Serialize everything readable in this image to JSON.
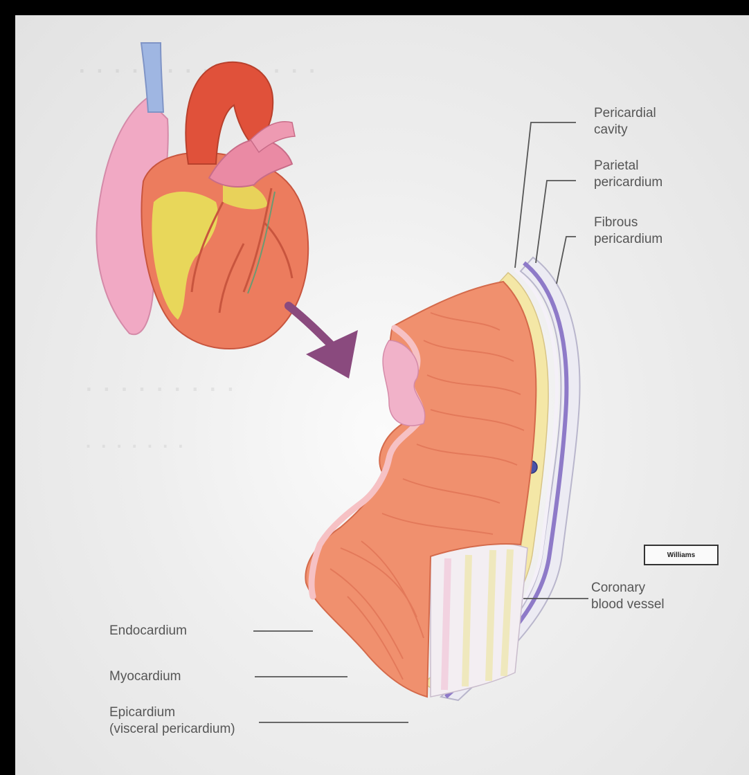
{
  "labels": {
    "pericardial_cavity": [
      "Pericardial",
      "cavity"
    ],
    "parietal_pericardium": [
      "Parietal",
      "pericardium"
    ],
    "fibrous_pericardium": [
      "Fibrous",
      "pericardium"
    ],
    "coronary_blood_vessel": [
      "Coronary",
      "blood vessel"
    ],
    "endocardium": "Endocardium",
    "myocardium": "Myocardium",
    "epicardium": [
      "Epicardium",
      "(visceral pericardium)"
    ]
  },
  "watermark": "Williams",
  "colors": {
    "myocardium": "#f0906e",
    "heart_red": "#e45a3e",
    "fat_yellow": "#e8dc5a",
    "pericardium_purple": "#8e7ac8",
    "arrow": "#8a4a7e",
    "leader_line": "#555555"
  }
}
